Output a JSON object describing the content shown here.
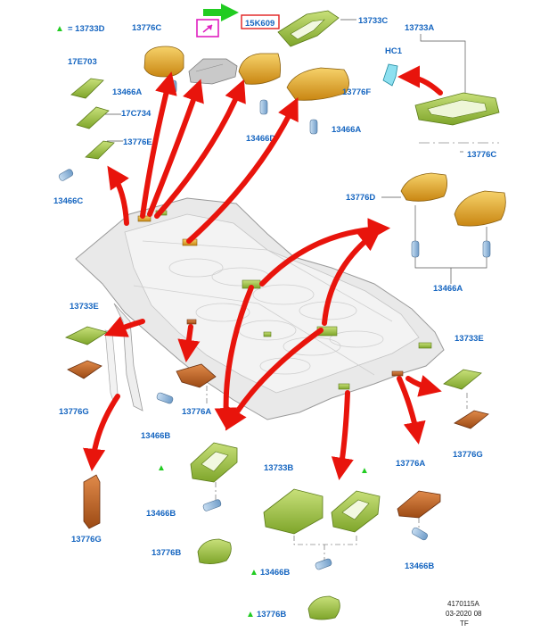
{
  "legend": {
    "symbol": "▲",
    "text": "= 13733D"
  },
  "labels": {
    "top_13776C": "13776C",
    "top_13466A_left": "13466A",
    "top_15K609": "15K609",
    "top_13466D": "13466D",
    "top_13733C": "13733C",
    "top_13776F": "13776F",
    "top_13466A_right": "13466A",
    "top_13733A": "13733A",
    "top_HC1": "HC1",
    "left_17E703": "17E703",
    "left_17C734": "17C734",
    "left_13776E": "13776E",
    "left_13466C": "13466C",
    "right_13776C": "13776C",
    "right_13776D": "13776D",
    "right_13466A": "13466A",
    "mid_13733E_left": "13733E",
    "mid_13776G_left": "13776G",
    "mid_13776A_left": "13776A",
    "mid_13466B_left": "13466B",
    "mid_13733E_right": "13733E",
    "mid_13776G_right": "13776G",
    "bot_13776G_left": "13776G",
    "bot_13466B_left": "13466B",
    "bot_13776B_left": "13776B",
    "bot_13733B": "13733B",
    "bot_13776A_right": "13776A",
    "bot_13466B_right": "13466B",
    "bot_13466B_lower": "13466B",
    "bot_13776B_lower": "13776B"
  },
  "footer": {
    "line1": "4170115A",
    "line2": "03-2020 08",
    "line3": "TF"
  },
  "colors": {
    "label_blue": "#1565c0",
    "arrow_red": "#e8140c",
    "triangle_green": "#22cc22",
    "highlight_magenta": "#e020c0",
    "highlight_red": "#e02020",
    "part_green": "#9acd32",
    "part_amber": "#e0a020",
    "part_brown": "#b35a1f",
    "bulb_blue": "#8ab8e0"
  }
}
